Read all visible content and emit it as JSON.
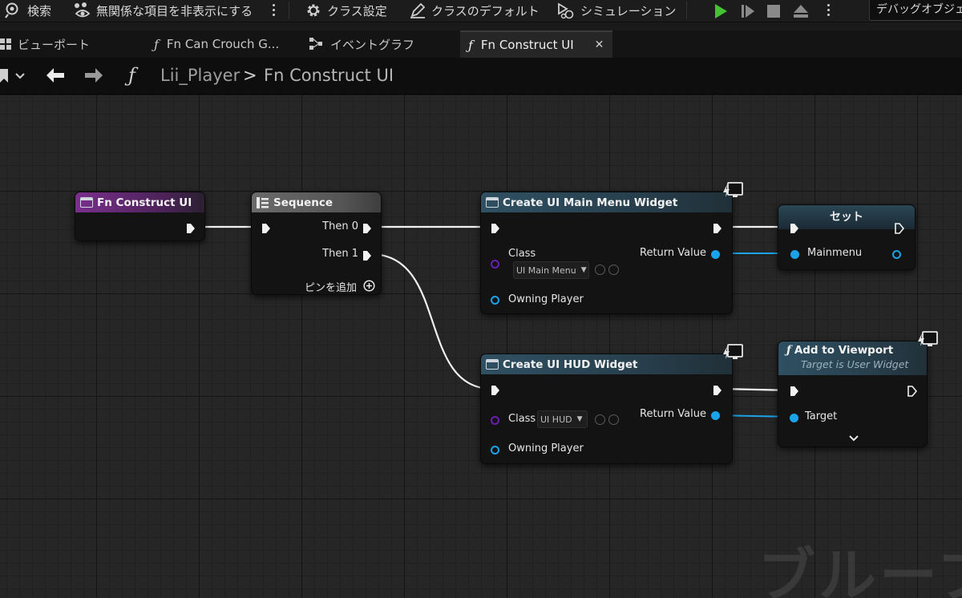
{
  "toolbar": {
    "search": "検索",
    "hide_unrelated": "無関係な項目を非表示にする",
    "class_settings": "クラス設定",
    "class_defaults": "クラスのデフォルト",
    "simulation": "シミュレーション",
    "debug_object": "デバッグオブジェ"
  },
  "tabs": [
    {
      "label": "ビューポート"
    },
    {
      "label": "Fn Can Crouch G..."
    },
    {
      "label": "イベントグラフ"
    },
    {
      "label": "Fn Construct UI"
    }
  ],
  "breadcrumb": {
    "root": "Lii_Player",
    "separator": ">",
    "current": "Fn Construct UI"
  },
  "nodes": {
    "entry": {
      "title": "Fn Construct UI"
    },
    "sequence": {
      "title": "Sequence",
      "then0": "Then 0",
      "then1": "Then 1",
      "add_pin": "ピンを追加"
    },
    "main_menu_widget": {
      "title": "Create UI Main Menu Widget",
      "class_label": "Class",
      "class_value": "UI Main Menu",
      "owning_player": "Owning Player",
      "return_value": "Return Value"
    },
    "set": {
      "title": "セット",
      "var": "Mainmenu"
    },
    "hud_widget": {
      "title": "Create UI HUD Widget",
      "class_label": "Class",
      "class_value": "UI HUD",
      "owning_player": "Owning Player",
      "return_value": "Return Value"
    },
    "add_to_viewport": {
      "title": "Add to Viewport",
      "subtitle": "Target is User Widget",
      "target": "Target"
    }
  },
  "watermark": "ブループ",
  "colors": {
    "function_entry": "#7a2f8c",
    "sequence": "#6a6a6a",
    "function_call": "#2f5062",
    "object_pin": "#1aa3e8",
    "class_pin": "#6a1fb0",
    "play_button": "#45c234"
  }
}
